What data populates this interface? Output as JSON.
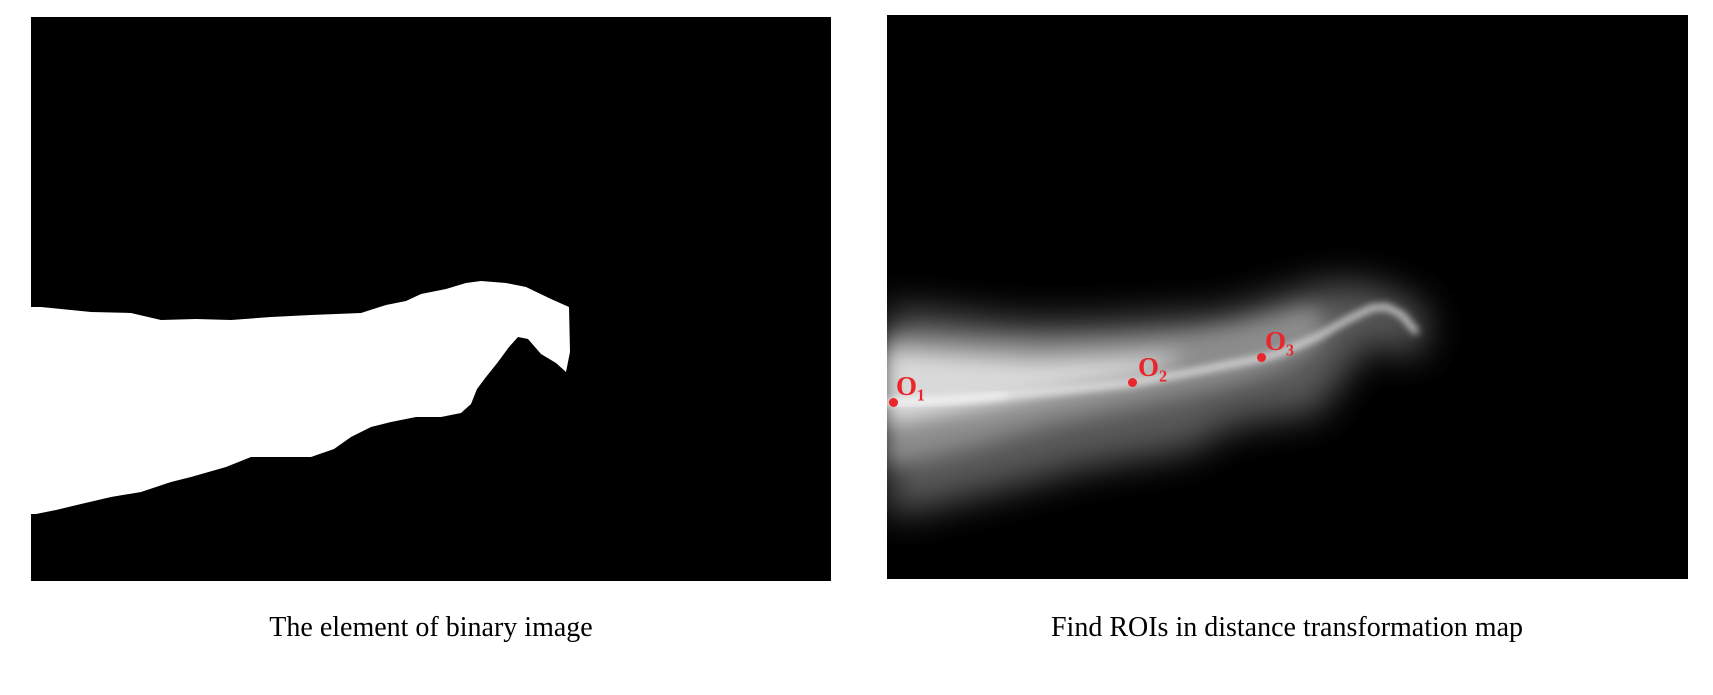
{
  "figure": {
    "left_panel": {
      "caption": "The element of binary image"
    },
    "right_panel": {
      "caption": "Find ROIs in distance transformation map",
      "roi_color": "#e8262b",
      "rois": [
        {
          "id": "O1",
          "label": "O₁"
        },
        {
          "id": "O2",
          "label": "O₂"
        },
        {
          "id": "O3",
          "label": "O₃"
        }
      ]
    }
  }
}
